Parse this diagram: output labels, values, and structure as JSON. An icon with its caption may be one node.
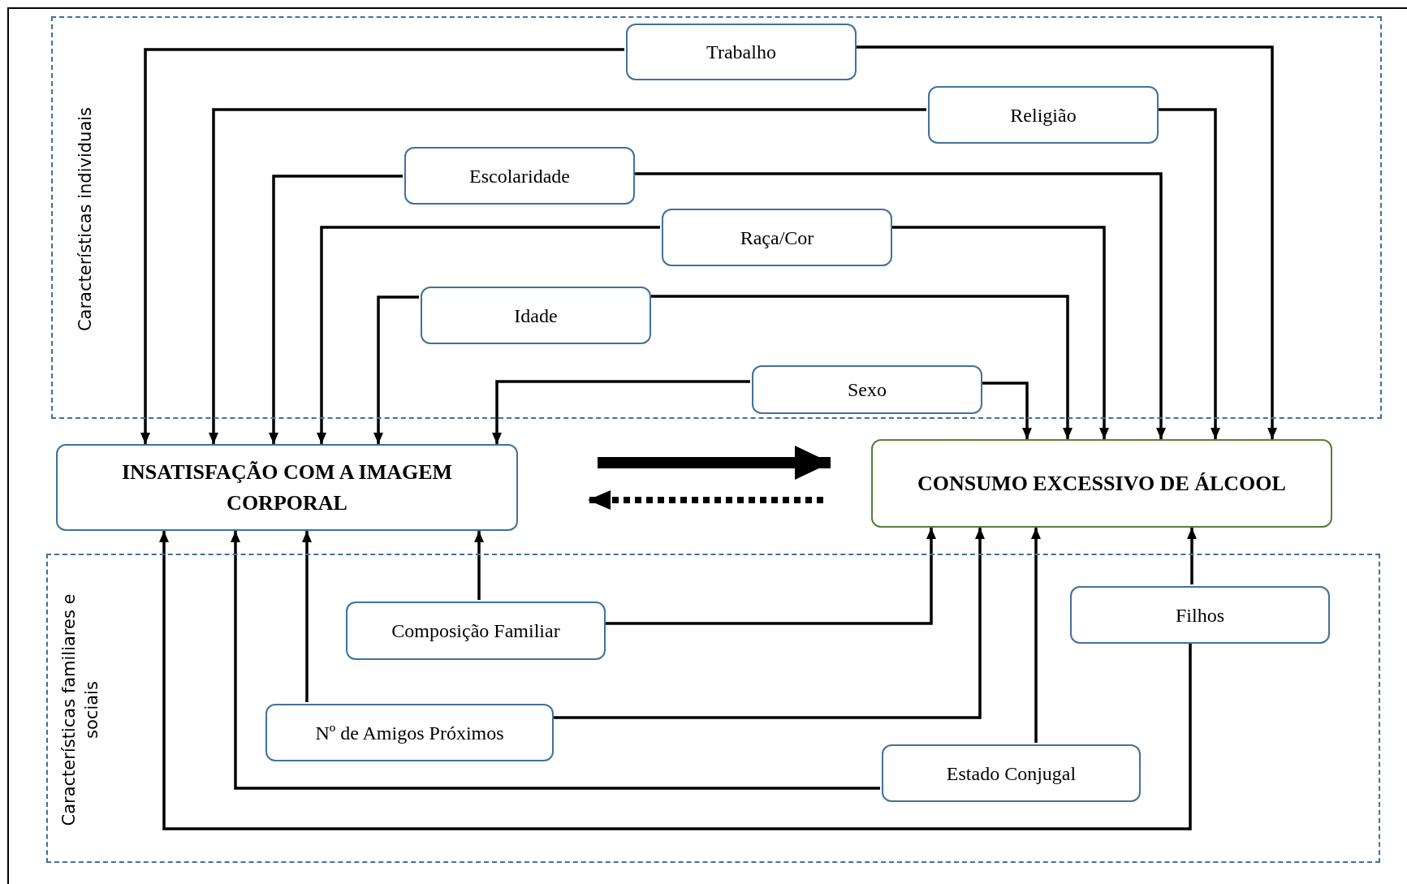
{
  "diagram": {
    "nodes": [
      {
        "text": [
          "Características individuais"
        ]
      },
      {
        "text": [
          "Trabalho"
        ],
        "in": 0
      },
      {
        "text": [
          "Religião"
        ],
        "in": 0
      },
      {
        "text": [
          "Escolaridade"
        ],
        "in": 0
      },
      {
        "text": [
          "Raça/Cor"
        ],
        "in": 0
      },
      {
        "text": [
          "Idade"
        ],
        "in": 0
      },
      {
        "text": [
          "Sexo"
        ],
        "in": 0
      },
      {
        "text": [
          "INSATISFAÇÃO COM A IMAGEM CORPORAL"
        ]
      },
      {
        "text": [
          "CONSUMO EXCESSIVO DE ÁLCOOL"
        ]
      },
      {
        "text": [
          "Características familiares e sociais"
        ]
      },
      {
        "text": [
          "Composição Familiar"
        ],
        "in": 9
      },
      {
        "text": [
          "Filhos"
        ],
        "in": 9
      },
      {
        "text": [
          "Nº de Amigos Próximos"
        ],
        "in": 9
      },
      {
        "text": [
          "Estado Conjugal"
        ],
        "in": 9
      }
    ],
    "edges": [
      {
        "from": 1,
        "to": 7,
        "arrow": "to"
      },
      {
        "from": 1,
        "to": 8,
        "arrow": "to"
      },
      {
        "from": 2,
        "to": 7,
        "arrow": "to"
      },
      {
        "from": 2,
        "to": 8,
        "arrow": "to"
      },
      {
        "from": 3,
        "to": 7,
        "arrow": "to"
      },
      {
        "from": 3,
        "to": 8,
        "arrow": "to"
      },
      {
        "from": 4,
        "to": 7,
        "arrow": "to"
      },
      {
        "from": 4,
        "to": 8,
        "arrow": "to"
      },
      {
        "from": 5,
        "to": 7,
        "arrow": "to"
      },
      {
        "from": 5,
        "to": 8,
        "arrow": "to"
      },
      {
        "from": 6,
        "to": 7,
        "arrow": "to"
      },
      {
        "from": 6,
        "to": 8,
        "arrow": "to"
      },
      {
        "from": 10,
        "to": 7,
        "arrow": "to"
      },
      {
        "from": 10,
        "to": 8,
        "arrow": "to"
      },
      {
        "from": 11,
        "to": 8,
        "arrow": "to"
      },
      {
        "from": 11,
        "to": 7,
        "arrow": "to"
      },
      {
        "from": 12,
        "to": 7,
        "arrow": "to"
      },
      {
        "from": 12,
        "to": 8,
        "arrow": "to"
      },
      {
        "from": 13,
        "to": 7,
        "arrow": "to"
      },
      {
        "from": 13,
        "to": 8,
        "arrow": "to"
      },
      {
        "from": 7,
        "to": 8,
        "arrow": "to",
        "style": "thick"
      },
      {
        "from": 8,
        "to": 7,
        "arrow": "to",
        "style": "dashed"
      }
    ]
  }
}
